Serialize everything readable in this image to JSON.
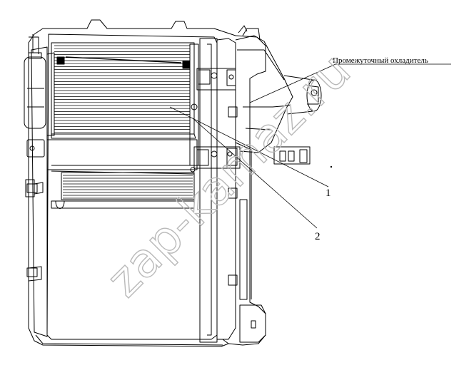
{
  "labels": {
    "intercooler": "Промежуточный охладитель",
    "callout_1": "1",
    "callout_2": "2"
  },
  "watermark": "zap-kamaz.ru",
  "colors": {
    "line": "#000000",
    "watermark_stroke": "#b9b9b9",
    "background": "#ffffff"
  }
}
